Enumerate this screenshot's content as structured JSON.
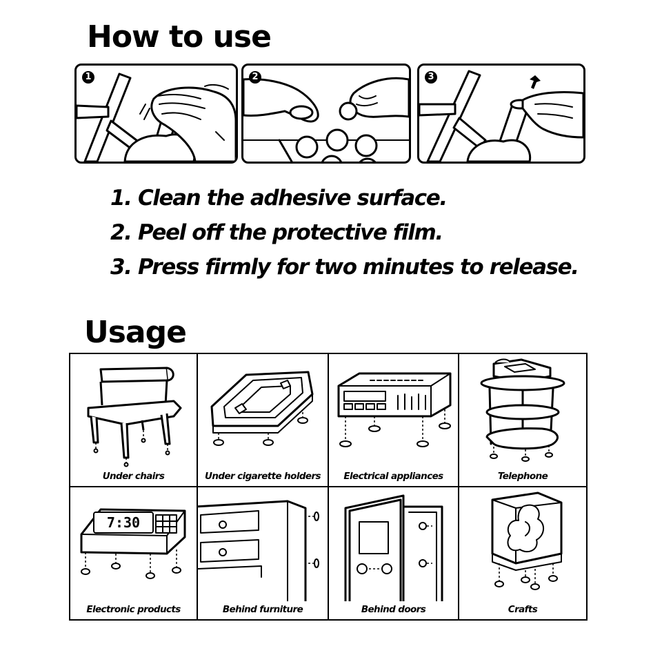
{
  "how_to_use": {
    "title": "How to use",
    "steps": [
      {
        "number": "1",
        "illustration": "hand-cleaning-chair-leg"
      },
      {
        "number": "2",
        "illustration": "hand-peeling-pad"
      },
      {
        "number": "3",
        "illustration": "hand-pressing-pad-on-leg"
      }
    ],
    "instructions": [
      "1. Clean the adhesive surface.",
      "2. Peel off the protective film.",
      "3. Press firmly for two minutes to release."
    ]
  },
  "usage": {
    "title": "Usage",
    "items": [
      {
        "label": "Under chairs",
        "icon": "chair-icon"
      },
      {
        "label": "Under cigarette holders",
        "icon": "ashtray-icon"
      },
      {
        "label": "Electrical appliances",
        "icon": "stereo-icon"
      },
      {
        "label": "Telephone",
        "icon": "telephone-stand-icon"
      },
      {
        "label": "Electronic products",
        "icon": "alarm-clock-icon",
        "display": "7:30"
      },
      {
        "label": "Behind furniture",
        "icon": "drawer-cabinet-icon"
      },
      {
        "label": "Behind doors",
        "icon": "door-icon"
      },
      {
        "label": "Crafts",
        "icon": "display-case-icon"
      }
    ]
  }
}
